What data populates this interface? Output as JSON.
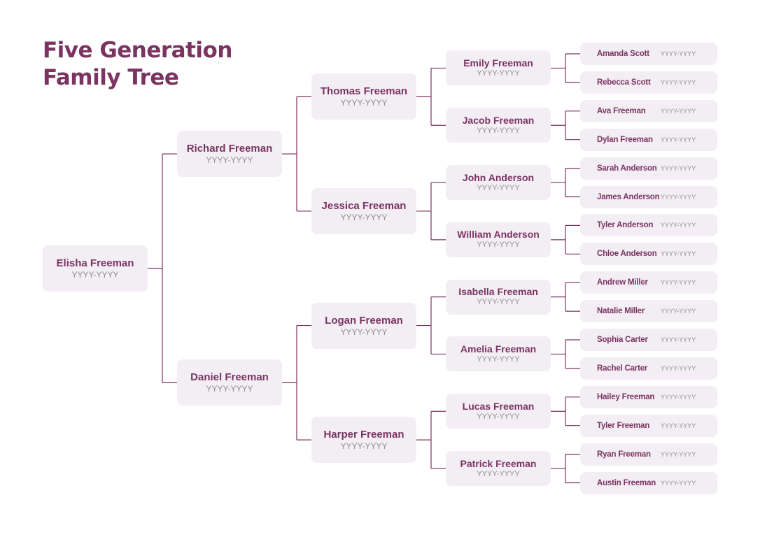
{
  "title": {
    "line1": "Five Generation",
    "line2": "Family Tree"
  },
  "colors": {
    "accent": "#7b3361",
    "box": "#f3eef4",
    "line": "#7b3361",
    "years": "#8f8f8f"
  },
  "tree": {
    "name": "Elisha Freeman",
    "years": "YYYY-YYYY",
    "children": [
      {
        "name": "Richard Freeman",
        "years": "YYYY-YYYY",
        "children": [
          {
            "name": "Thomas Freeman",
            "years": "YYYY-YYYY",
            "children": [
              {
                "name": "Emily Freeman",
                "years": "YYYY-YYYY",
                "children": [
                  {
                    "name": "Amanda Scott",
                    "years": "YYYY-YYYY"
                  },
                  {
                    "name": "Rebecca Scott",
                    "years": "YYYY-YYYY"
                  }
                ]
              },
              {
                "name": "Jacob Freeman",
                "years": "YYYY-YYYY",
                "children": [
                  {
                    "name": "Ava Freeman",
                    "years": "YYYY-YYYY"
                  },
                  {
                    "name": "Dylan Freeman",
                    "years": "YYYY-YYYY"
                  }
                ]
              }
            ]
          },
          {
            "name": "Jessica Freeman",
            "years": "YYYY-YYYY",
            "children": [
              {
                "name": "John Anderson",
                "years": "YYYY-YYYY",
                "children": [
                  {
                    "name": "Sarah Anderson",
                    "years": "YYYY-YYYY"
                  },
                  {
                    "name": "James Anderson",
                    "years": "YYYY-YYYY"
                  }
                ]
              },
              {
                "name": "William Anderson",
                "years": "YYYY-YYYY",
                "children": [
                  {
                    "name": "Tyler Anderson",
                    "years": "YYYY-YYYY"
                  },
                  {
                    "name": "Chloe Anderson",
                    "years": "YYYY-YYYY"
                  }
                ]
              }
            ]
          }
        ]
      },
      {
        "name": "Daniel Freeman",
        "years": "YYYY-YYYY",
        "children": [
          {
            "name": "Logan Freeman",
            "years": "YYYY-YYYY",
            "children": [
              {
                "name": "Isabella Freeman",
                "years": "YYYY-YYYY",
                "children": [
                  {
                    "name": "Andrew Miller",
                    "years": "YYYY-YYYY"
                  },
                  {
                    "name": "Natalie Miller",
                    "years": "YYYY-YYYY"
                  }
                ]
              },
              {
                "name": "Amelia Freeman",
                "years": "YYYY-YYYY",
                "children": [
                  {
                    "name": "Sophia Carter",
                    "years": "YYYY-YYYY"
                  },
                  {
                    "name": "Rachel Carter",
                    "years": "YYYY-YYYY"
                  }
                ]
              }
            ]
          },
          {
            "name": "Harper Freeman",
            "years": "YYYY-YYYY",
            "children": [
              {
                "name": "Lucas Freeman",
                "years": "YYYY-YYYY",
                "children": [
                  {
                    "name": "Hailey Freeman",
                    "years": "YYYY-YYYY"
                  },
                  {
                    "name": "Tyler Freeman",
                    "years": "YYYY-YYYY"
                  }
                ]
              },
              {
                "name": "Patrick Freeman",
                "years": "YYYY-YYYY",
                "children": [
                  {
                    "name": "Ryan Freeman",
                    "years": "YYYY-YYYY"
                  },
                  {
                    "name": "Austin Freeman",
                    "years": "YYYY-YYYY"
                  }
                ]
              }
            ]
          }
        ]
      }
    ]
  }
}
